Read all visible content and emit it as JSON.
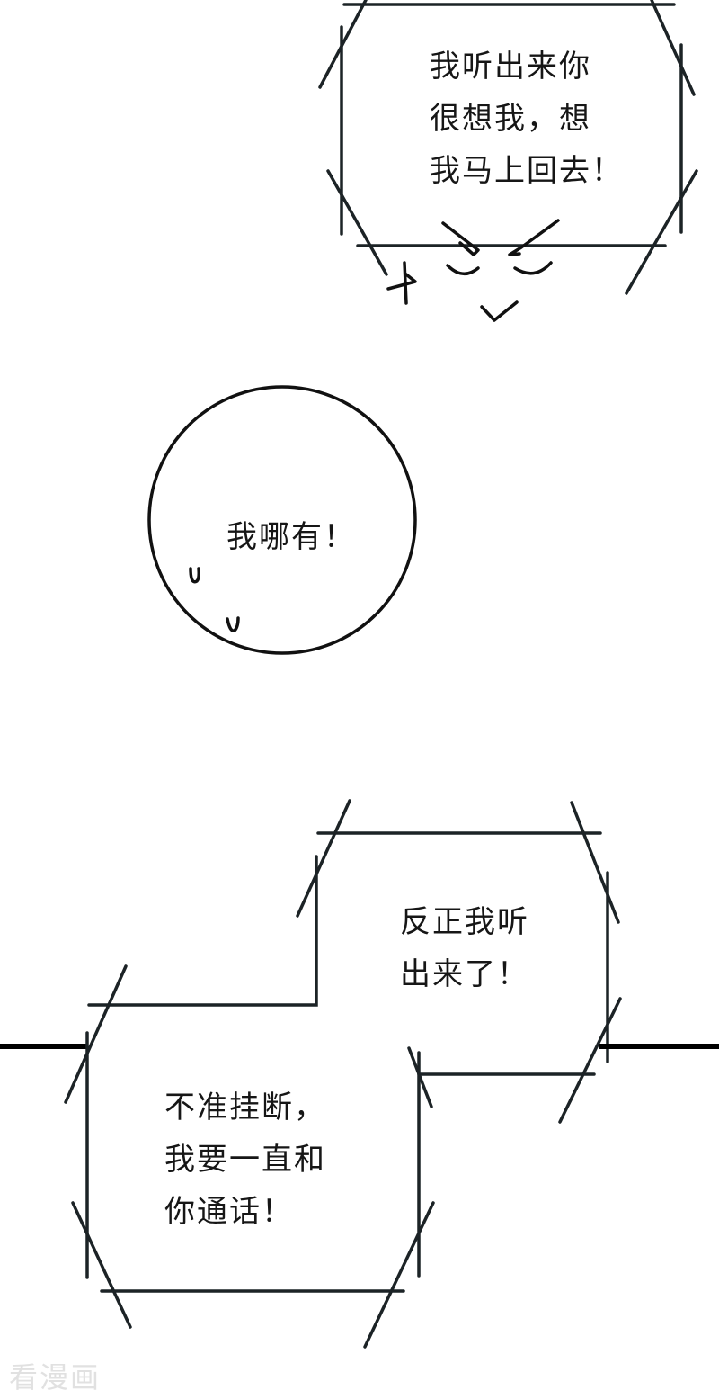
{
  "panels": [
    {
      "id": "top-bubble",
      "shape": "hexagonal-frame",
      "lines": [
        "我听出来你",
        "很想我，想",
        "我马上回去！"
      ],
      "decoration": "angry-eyes-face"
    },
    {
      "id": "circle-bubble",
      "shape": "circle",
      "lines": [
        "我哪有！"
      ],
      "decoration": "sweat-marks"
    },
    {
      "id": "right-bubble",
      "shape": "hexagonal-frame",
      "lines": [
        "反正我听",
        "出来了！"
      ]
    },
    {
      "id": "left-bubble",
      "shape": "hexagonal-frame",
      "lines": [
        "不准挂断，",
        "我要一直和",
        "你通话！"
      ]
    }
  ],
  "watermark": "看漫画",
  "colors": {
    "line": "#1c2326",
    "text": "#161616",
    "watermark": "#e1e1e1",
    "background": "#ffffff"
  }
}
